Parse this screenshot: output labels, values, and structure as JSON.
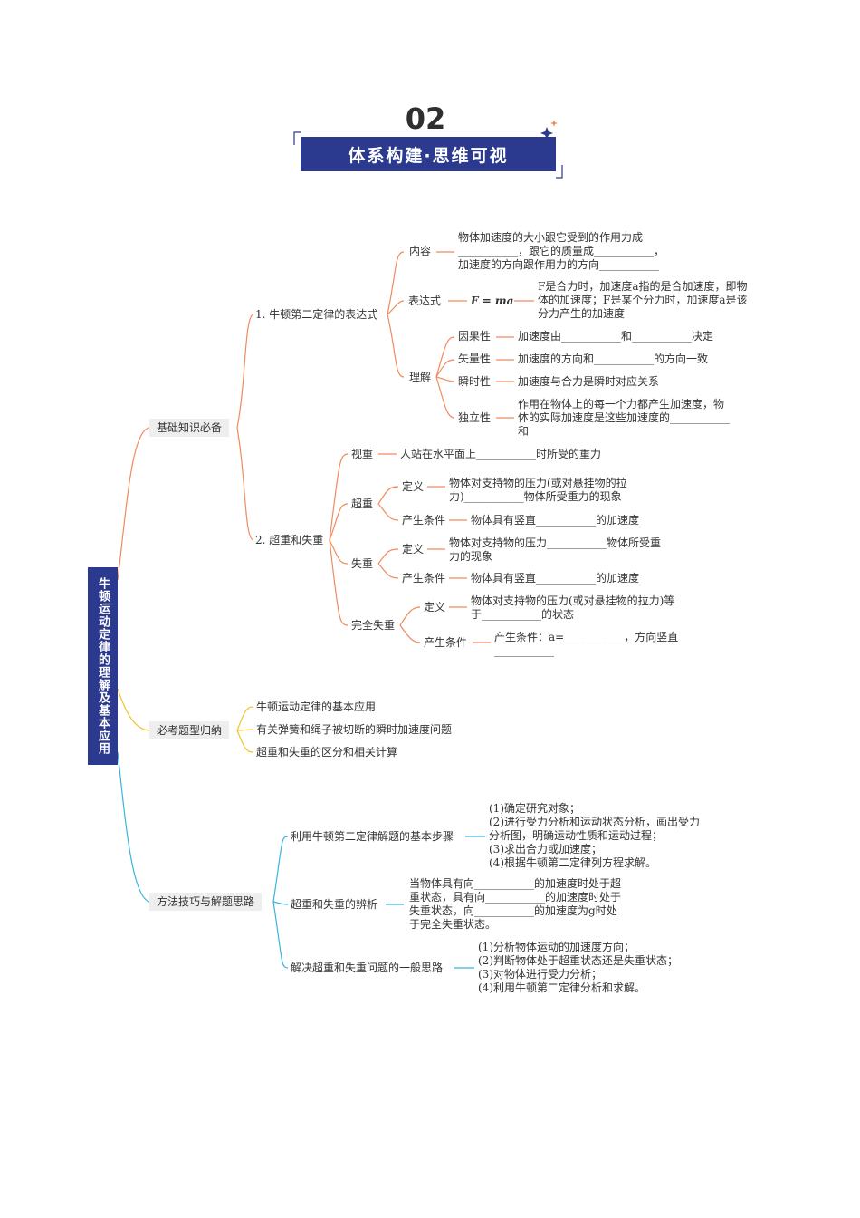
{
  "header": {
    "number": "02",
    "banner": "体系构建·思维可视"
  },
  "root": "牛顿运动定律的理解及基本应用",
  "colors": {
    "orange": "#f08a5d",
    "yellow": "#f2c230",
    "teal": "#3bb3e0",
    "navy": "#2b3a8e"
  },
  "branch1": {
    "label": "基础知识必备",
    "sub1": {
      "label": "1. 牛顿第二定律的表达式",
      "content_label": "内容",
      "content_lines": [
        "物体加速度的大小跟它受到的作用力成",
        "___________，跟它的质量成___________，",
        "加速度的方向跟作用力的方向___________"
      ],
      "expr_label": "表达式",
      "formula": "F = ma",
      "expr_lines": [
        "F是合力时，加速度a指的是合加速度，即物",
        "体的加速度；F是某个分力时，加速度a是该",
        "分力产生的加速度"
      ],
      "understand_label": "理解",
      "props": [
        {
          "name": "因果性",
          "lines": [
            "加速度由___________和___________决定"
          ]
        },
        {
          "name": "矢量性",
          "lines": [
            "加速度的方向和___________的方向一致"
          ]
        },
        {
          "name": "瞬时性",
          "lines": [
            "加速度与合力是瞬时对应关系"
          ]
        },
        {
          "name": "独立性",
          "lines": [
            "作用在物体上的每一个力都产生加速度，物",
            "体的实际加速度是这些加速度的___________",
            "和"
          ]
        }
      ]
    },
    "sub2": {
      "label": "2. 超重和失重",
      "apparent_label": "视重",
      "apparent_text": "人站在水平面上___________时所受的重力",
      "over": {
        "label": "超重",
        "def_label": "定义",
        "def_lines": [
          "物体对支持物的压力(或对悬挂物的拉",
          "力)___________物体所受重力的现象"
        ],
        "cond_label": "产生条件",
        "cond_text": "物体具有竖直___________的加速度"
      },
      "under": {
        "label": "失重",
        "def_label": "定义",
        "def_lines": [
          "物体对支持物的压力___________物体所受重",
          "力的现象"
        ],
        "cond_label": "产生条件",
        "cond_text": "物体具有竖直___________的加速度"
      },
      "complete": {
        "label": "完全失重",
        "def_label": "定义",
        "def_lines": [
          "物体对支持物的压力(或对悬挂物的拉力)等",
          "于___________的状态"
        ],
        "cond_label": "产生条件",
        "cond_lines": [
          "产生条件：a=___________，方向竖直",
          "___________"
        ]
      }
    }
  },
  "branch2": {
    "label": "必考题型归纳",
    "items": [
      "牛顿运动定律的基本应用",
      "有关弹簧和绳子被切断的瞬时加速度问题",
      "超重和失重的区分和相关计算"
    ]
  },
  "branch3": {
    "label": "方法技巧与解题思路",
    "m1": {
      "label": "利用牛顿第二定律解题的基本步骤",
      "lines": [
        "(1)确定研究对象；",
        "(2)进行受力分析和运动状态分析，画出受力",
        "分析图，明确运动性质和运动过程；",
        "(3)求出合力或加速度；",
        "(4)根据牛顿第二定律列方程求解。"
      ]
    },
    "m2": {
      "label": "超重和失重的辨析",
      "lines": [
        "当物体具有向___________的加速度时处于超",
        "重状态，具有向___________的加速度时处于",
        "失重状态，向___________的加速度为g时处",
        "于完全失重状态。"
      ]
    },
    "m3": {
      "label": "解决超重和失重问题的一般思路",
      "lines": [
        "(1)分析物体运动的加速度方向；",
        "(2)判断物体处于超重状态还是失重状态；",
        "(3)对物体进行受力分析；",
        "(4)利用牛顿第二定律分析和求解。"
      ]
    }
  }
}
